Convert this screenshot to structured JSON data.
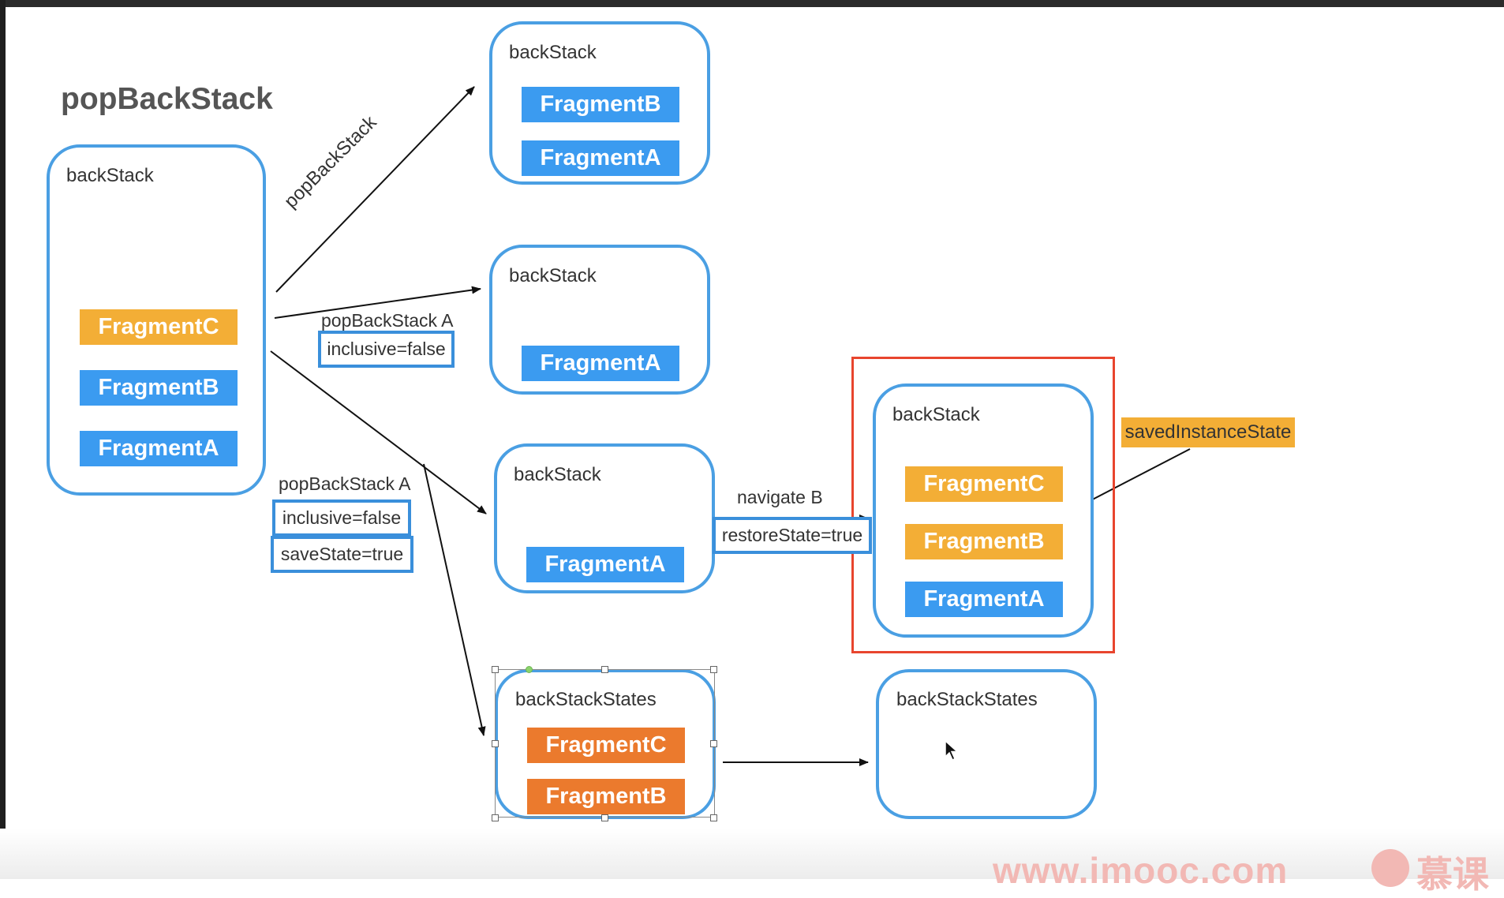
{
  "title": "popBackStack",
  "stacks": {
    "source": {
      "label": "backStack",
      "fragments": [
        "FragmentC",
        "FragmentB",
        "FragmentA"
      ]
    },
    "result_pop": {
      "label": "backStack",
      "fragments": [
        "FragmentB",
        "FragmentA"
      ]
    },
    "result_pop_a": {
      "label": "backStack",
      "fragments": [
        "FragmentA"
      ]
    },
    "result_pop_a_save": {
      "label": "backStack",
      "fragments": [
        "FragmentA"
      ]
    },
    "saved_states": {
      "label": "backStackStates",
      "fragments": [
        "FragmentC",
        "FragmentB"
      ]
    },
    "restored": {
      "label": "backStack",
      "fragments": [
        "FragmentC",
        "FragmentB",
        "FragmentA"
      ]
    },
    "empty_states": {
      "label": "backStackStates"
    }
  },
  "edges": {
    "pop": "popBackStack",
    "pop_a": {
      "label": "popBackStack A",
      "param": "inclusive=false"
    },
    "pop_a_save": {
      "label": "popBackStack A",
      "param1": "inclusive=false",
      "param2": "saveState=true"
    },
    "navigate": {
      "label": "navigate B",
      "param": "restoreState=true"
    }
  },
  "saved_instance_state": "savedInstanceState",
  "watermark": {
    "url": "www.imooc.com",
    "brand": "慕课"
  },
  "colors": {
    "stack_border": "#4a9fe3",
    "fragment_blue": "#3b9bf0",
    "fragment_yellow": "#f3ae36",
    "fragment_orange": "#eb7a2d",
    "highlight_frame": "#e8452e"
  }
}
